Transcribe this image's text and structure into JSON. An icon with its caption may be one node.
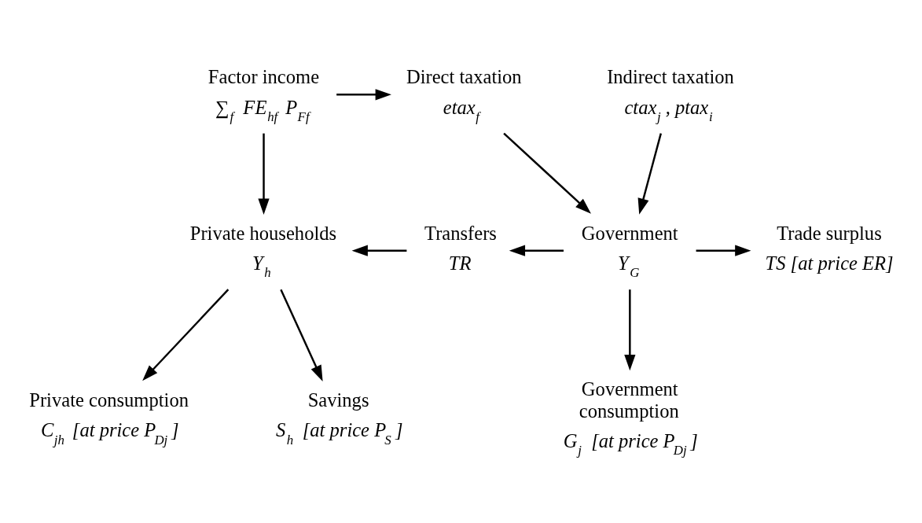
{
  "diagram": {
    "nodes": [
      {
        "text": [
          "Factor income",
          "∑$_{f}$ FE$_{hf}$ P$_{Ff}$"
        ]
      },
      {
        "text": [
          "Direct taxation",
          "etax$_{f}$"
        ]
      },
      {
        "text": [
          "Indirect taxation",
          "ctax$_{j}$, ptax$_{i}$"
        ]
      },
      {
        "text": [
          "Private households",
          "Y$_{h}$"
        ]
      },
      {
        "text": [
          "Transfers",
          "TR"
        ]
      },
      {
        "text": [
          "Government",
          "Y$_{G}$"
        ]
      },
      {
        "text": [
          "Trade surplus",
          "TS [at price ER]"
        ]
      },
      {
        "text": [
          "Private consumption",
          "C$_{jh}$ [at price P$_{Dj}$]"
        ]
      },
      {
        "text": [
          "Savings",
          "S$_{h}$ [at price P$_{S}$]"
        ]
      },
      {
        "text": [
          "Government consumption",
          "G$_{j}$ [at price P$_{Dj}$]"
        ]
      }
    ],
    "edges": [
      {
        "from": 0,
        "to": 1,
        "arrow": "to"
      },
      {
        "from": 0,
        "to": 3,
        "arrow": "to"
      },
      {
        "from": 1,
        "to": 5,
        "arrow": "to"
      },
      {
        "from": 2,
        "to": 5,
        "arrow": "to"
      },
      {
        "from": 5,
        "to": 4,
        "arrow": "to"
      },
      {
        "from": 4,
        "to": 3,
        "arrow": "to"
      },
      {
        "from": 5,
        "to": 6,
        "arrow": "to"
      },
      {
        "from": 3,
        "to": 7,
        "arrow": "to"
      },
      {
        "from": 3,
        "to": 8,
        "arrow": "to"
      },
      {
        "from": 5,
        "to": 9,
        "arrow": "to"
      }
    ]
  }
}
